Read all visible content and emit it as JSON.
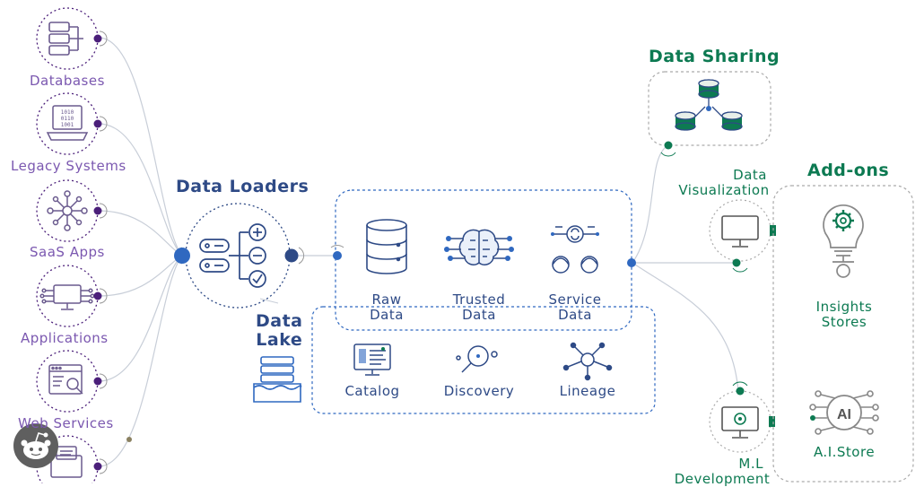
{
  "sources": [
    {
      "label": "Databases",
      "icon": "database-icon"
    },
    {
      "label": "Legacy Systems",
      "icon": "legacy-binary-icon"
    },
    {
      "label": "SaaS Apps",
      "icon": "network-hub-icon"
    },
    {
      "label": "Applications",
      "icon": "monitor-chip-icon"
    },
    {
      "label": "Web Services",
      "icon": "browser-search-icon"
    },
    {
      "label": "",
      "icon": "document-stack-icon"
    }
  ],
  "loaders": {
    "title": "Data Loaders",
    "icon": "loader-server-icon"
  },
  "lake": {
    "title_line1": "Data",
    "title_line2": "Lake",
    "upper": [
      {
        "line1": "Raw",
        "line2": "Data",
        "icon": "cylinder-database-icon"
      },
      {
        "line1": "Trusted",
        "line2": "Data",
        "icon": "brain-circuit-icon"
      },
      {
        "line1": "Service",
        "line2": "Data",
        "icon": "people-sync-icon"
      }
    ],
    "lower": [
      {
        "label": "Catalog",
        "icon": "catalog-dashboard-icon"
      },
      {
        "label": "Discovery",
        "icon": "magnifier-icon"
      },
      {
        "label": "Lineage",
        "icon": "lineage-graph-icon"
      }
    ]
  },
  "sharing": {
    "title": "Data Sharing",
    "icon": "shared-databases-icon"
  },
  "visualization": {
    "line1": "Data",
    "line2": "Visualization",
    "icon": "monitor-icon"
  },
  "ml": {
    "line1": "M.L",
    "line2": "Development",
    "icon": "ml-monitor-icon"
  },
  "addons": {
    "title": "Add-ons",
    "items": [
      {
        "line1": "Insights",
        "line2": "Stores",
        "icon": "lightbulb-gear-icon"
      },
      {
        "label": "A.I.Store",
        "icon": "ai-chip-icon",
        "chip_text": "AI"
      }
    ]
  },
  "colors": {
    "source_purple": "#7b58b0",
    "node_dark": "#4b1f7a",
    "loader_blue": "#2e4a86",
    "accent_blue": "#2f68c0",
    "green": "#0d7a52",
    "line_gray": "#c8ced8",
    "badge_gray": "#5f5f5f"
  }
}
